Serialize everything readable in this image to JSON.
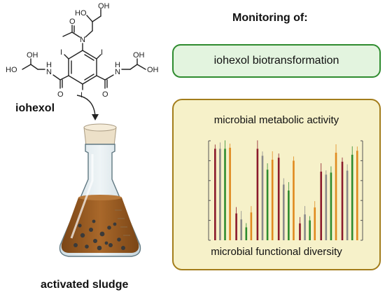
{
  "title": "Monitoring of:",
  "drug": {
    "name": "iohexol"
  },
  "sludge": {
    "label": "activated sludge"
  },
  "box_top": {
    "label": "iohexol  biotransformation"
  },
  "box_bottom": {
    "title": "microbial metabolic activity",
    "subtitle": "microbial functional diversity"
  },
  "molecule": {
    "atoms": [
      "OH",
      "HO",
      "O",
      "N",
      "I",
      "I",
      "I",
      "OH",
      "HO",
      "H",
      "N",
      "O",
      "O",
      "N",
      "H",
      "OH",
      "OH"
    ]
  },
  "chart_data": {
    "type": "bar",
    "ylim": [
      0,
      100
    ],
    "colors": [
      "#8b1a2b",
      "#8a8a8a",
      "#2e8b2e",
      "#e08a1e"
    ],
    "groups": [
      {
        "values": [
          92,
          92,
          92,
          93
        ]
      },
      {
        "values": [
          27,
          21,
          13,
          28
        ]
      },
      {
        "values": [
          92,
          85,
          71,
          81
        ]
      },
      {
        "values": [
          83,
          56,
          50,
          80
        ]
      },
      {
        "values": [
          17,
          26,
          20,
          33
        ]
      },
      {
        "values": [
          69,
          66,
          68,
          88
        ]
      },
      {
        "values": [
          79,
          70,
          86,
          90
        ]
      }
    ]
  }
}
